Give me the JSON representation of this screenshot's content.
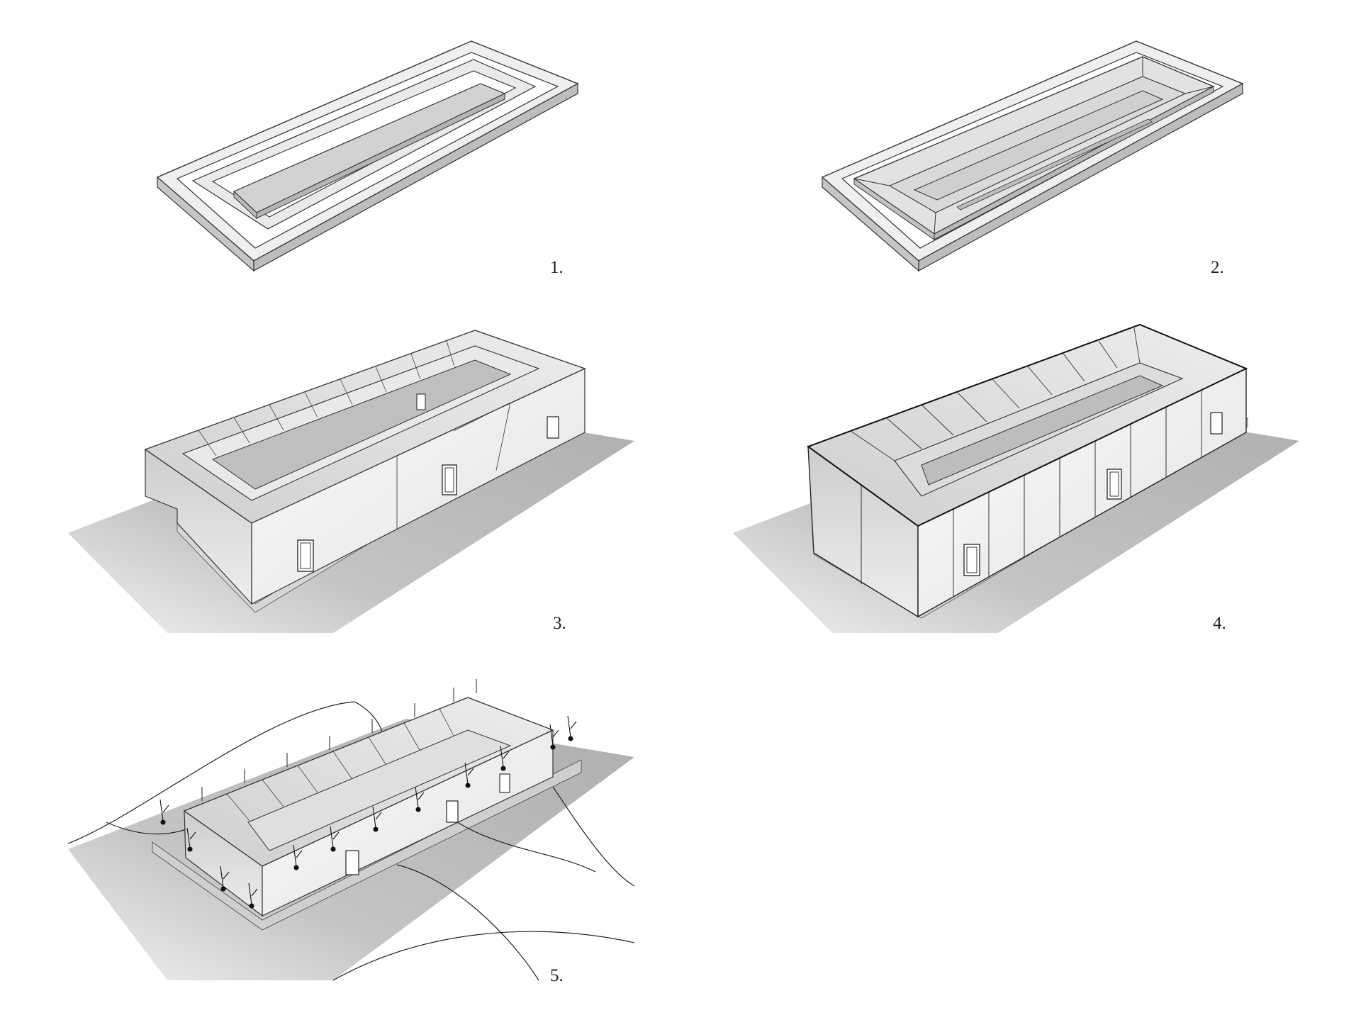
{
  "steps": [
    {
      "label": "1."
    },
    {
      "label": "2."
    },
    {
      "label": "3."
    },
    {
      "label": "4."
    },
    {
      "label": "5."
    }
  ],
  "colors": {
    "ground": "#b9b9b9",
    "ground_light": "#dcdcdc",
    "frame_top": "#efefef",
    "frame_side": "#c4c4c4",
    "wall": "#f4f4f4",
    "roof_glass": "#d6d6d6",
    "line": "#2a2a2a"
  }
}
